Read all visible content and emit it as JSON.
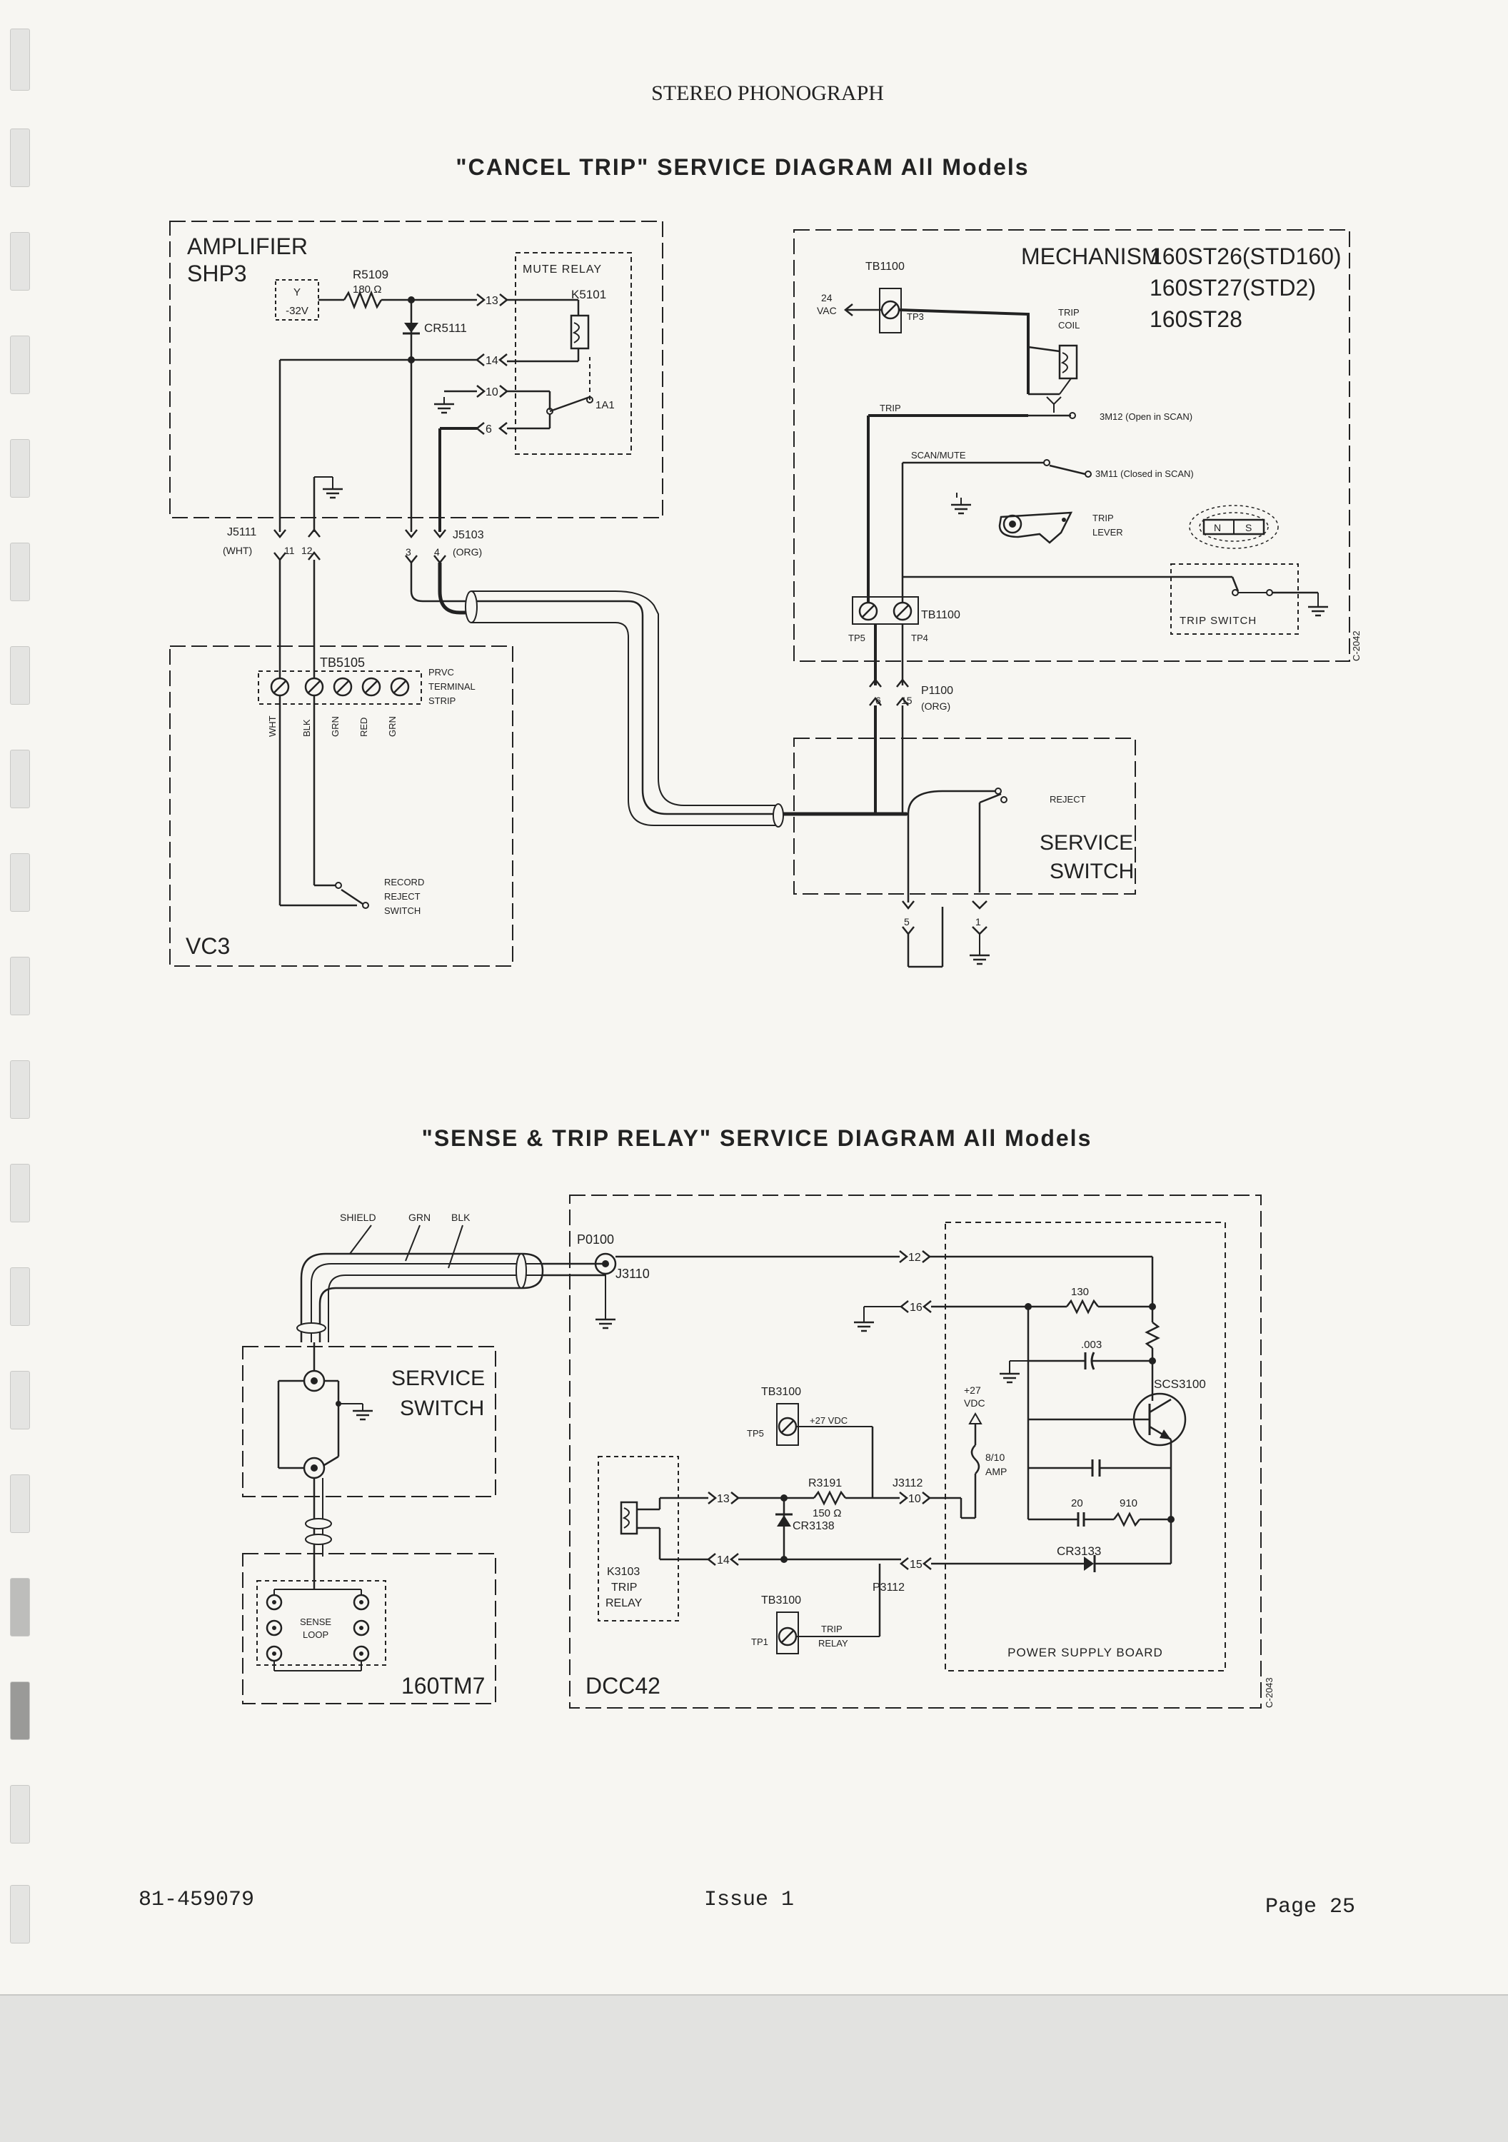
{
  "header": {
    "doc_title": "STEREO PHONOGRAPH",
    "cancel_title": "\"CANCEL TRIP\" SERVICE DIAGRAM All Models",
    "sense_title": "\"SENSE & TRIP RELAY\" SERVICE DIAGRAM All Models"
  },
  "footer": {
    "part_number": "81-459079",
    "issue": "Issue 1",
    "page": "Page 25"
  },
  "cancel_trip": {
    "amplifier": {
      "name": "AMPLIFIER",
      "model": "SHP3"
    },
    "resistor": {
      "ref": "R5109",
      "value": "180 Ω"
    },
    "supply": {
      "line1": "Y",
      "line2": "-32V"
    },
    "diode": "CR5111",
    "mute_relay": {
      "label": "MUTE RELAY",
      "ref": "K5101",
      "contact": "1A1"
    },
    "amp_pins": [
      "13",
      "14",
      "10",
      "6"
    ],
    "conn_j5111": {
      "ref": "J5111",
      "color": "(WHT)",
      "pins": [
        "11",
        "12"
      ]
    },
    "conn_j5103": {
      "ref": "J5103",
      "color": "(ORG)",
      "pins": [
        "3",
        "4"
      ]
    },
    "vc3": {
      "terminal": "TB5105",
      "strip_label": [
        "PRVC",
        "TERMINAL",
        "STRIP"
      ],
      "wire_colors": [
        "WHT",
        "BLK",
        "GRN",
        "RED",
        "GRN"
      ],
      "switch_label": [
        "RECORD",
        "REJECT",
        "SWITCH"
      ],
      "name": "VC3"
    },
    "mechanism": {
      "title": "MECHANISM",
      "models": [
        "160ST26(STD160)",
        "160ST27(STD2)",
        "160ST28"
      ],
      "tb_top": "TB1100",
      "vac": [
        "24",
        "VAC"
      ],
      "tp3": "TP3",
      "trip_coil": [
        "TRIP",
        "COIL"
      ],
      "trip_label": "TRIP",
      "sw_3m12": "3M12 (Open in SCAN)",
      "scan_mute": "SCAN/MUTE",
      "sw_3m11": "3M11 (Closed in SCAN)",
      "trip_lever": [
        "TRIP",
        "LEVER"
      ],
      "magnet_n": "N",
      "magnet_s": "S",
      "trip_switch": "TRIP SWITCH",
      "tb_bottom": "TB1100",
      "tp5": "TP5",
      "tp4": "TP4",
      "code": "C-2042"
    },
    "conn_p1100": {
      "ref": "P1100",
      "color": "(ORG)",
      "pins": [
        "6",
        "15"
      ]
    },
    "service_switch": {
      "line1": "SERVICE",
      "line2": "SWITCH",
      "reject": "REJECT",
      "pins": [
        "5",
        "1"
      ]
    }
  },
  "sense_trip": {
    "cable_labels": [
      "SHIELD",
      "GRN",
      "BLK"
    ],
    "connector": "P0100",
    "jack": "J3110",
    "service_switch": {
      "line1": "SERVICE",
      "line2": "SWITCH"
    },
    "sense_loop": [
      "SENSE",
      "LOOP"
    ],
    "tm7": "160TM7",
    "dcc42": "DCC42",
    "pins": [
      "12",
      "16",
      "13",
      "14",
      "10",
      "15"
    ],
    "r130": "130",
    "c003": ".003",
    "scs": "SCS3100",
    "supply_27": [
      "+27",
      "VDC"
    ],
    "fuse": [
      "8/10",
      "AMP"
    ],
    "c20": "20",
    "r910": "910",
    "cr3133": "CR3133",
    "tb3100_top": "TB3100",
    "tp5": "TP5",
    "vdc_label": "+27 VDC",
    "r3191": {
      "ref": "R3191",
      "value": "150 Ω"
    },
    "cr3138": "CR3138",
    "j3112": "J3112",
    "p3112": "P3112",
    "relay": [
      "K3103",
      "TRIP",
      "RELAY"
    ],
    "tb3100_bottom": "TB3100",
    "tp1": "TP1",
    "trip_relay": [
      "TRIP",
      "RELAY"
    ],
    "psb": "POWER SUPPLY BOARD",
    "code": "C-2043"
  }
}
